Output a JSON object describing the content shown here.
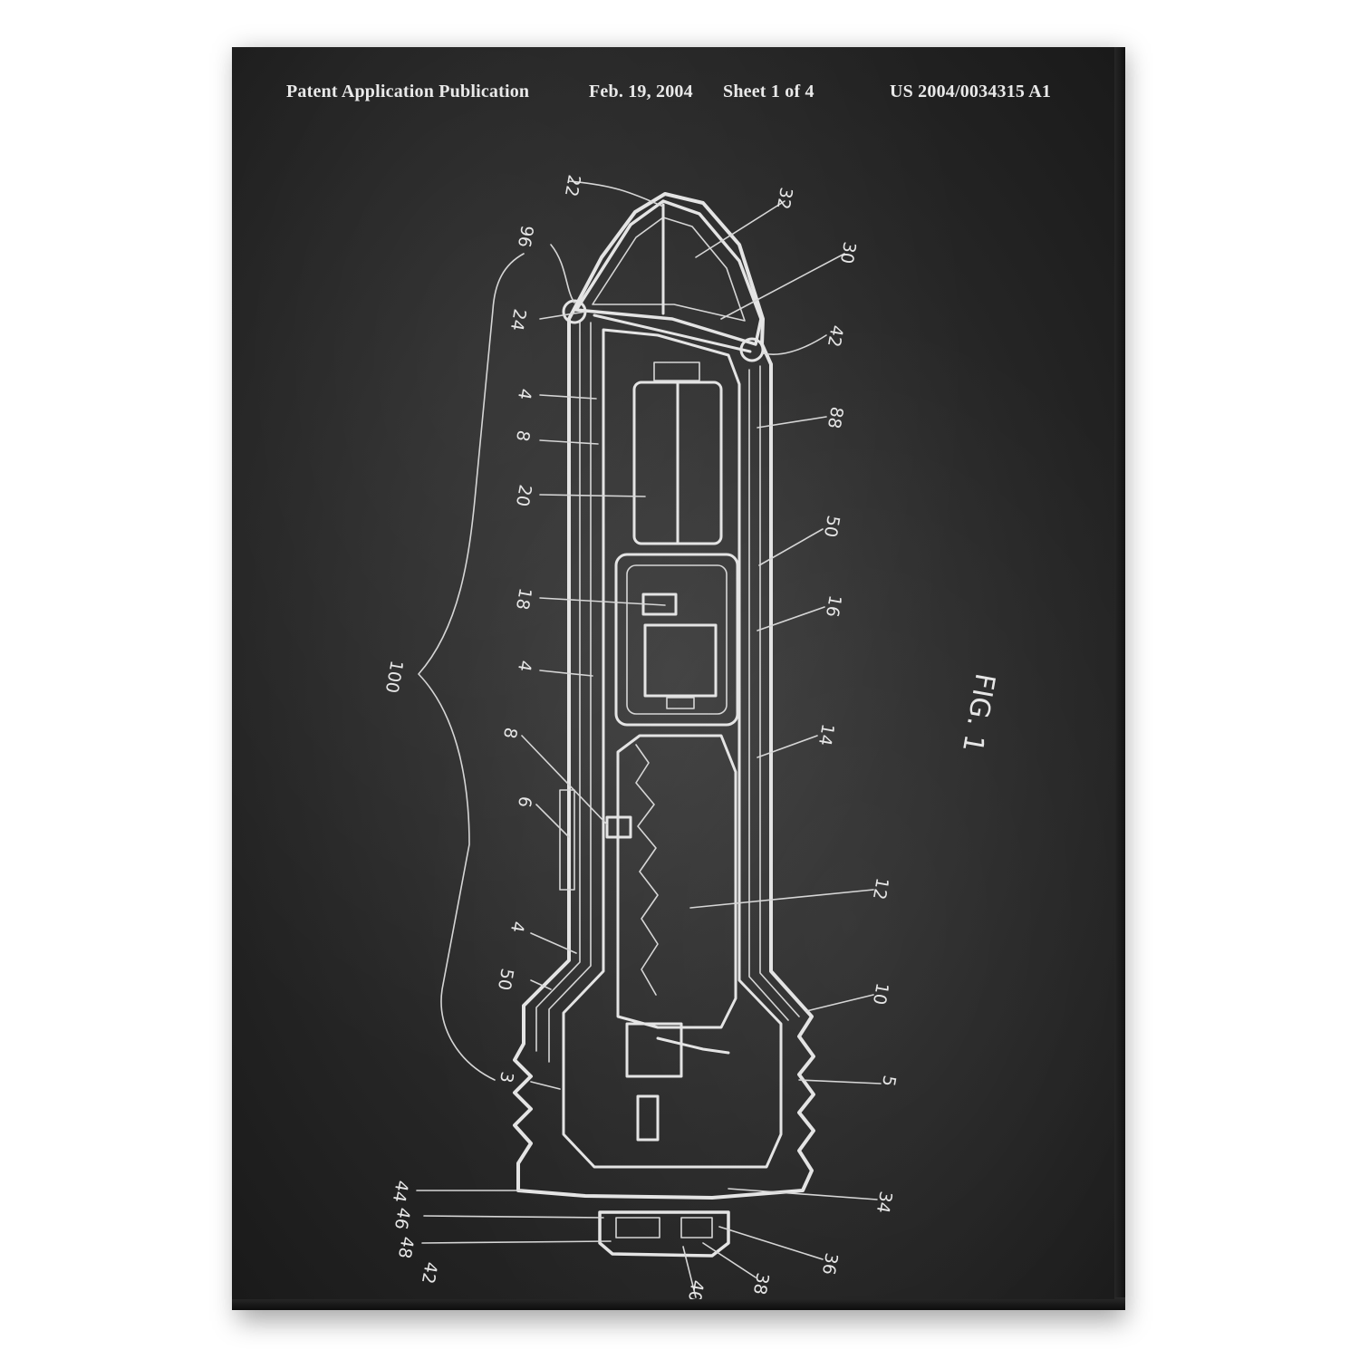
{
  "header": {
    "publication": "Patent Application Publication",
    "date": "Feb. 19, 2004",
    "sheet": "Sheet 1 of 4",
    "number": "US 2004/0034315 A1"
  },
  "figure": {
    "label": "FIG. 1"
  },
  "refs": {
    "r22": "22",
    "r96": "96",
    "r32": "32",
    "r30": "30",
    "r24": "24",
    "r42": "42",
    "r4a": "4",
    "r8a": "8",
    "r20": "20",
    "r88": "88",
    "r50a": "50",
    "r18": "18",
    "r16": "16",
    "r100": "100",
    "r4b": "4",
    "r14": "14",
    "r8b": "8",
    "r6": "6",
    "r12": "12",
    "r4c": "4",
    "r50b": "50",
    "r10": "10",
    "r5": "5",
    "r3": "3",
    "r44": "44",
    "r46": "46",
    "r48": "48",
    "r34": "34",
    "r36": "36",
    "r38": "38",
    "r40": "40",
    "r42b": "42"
  },
  "colors": {
    "chalk": "#e4e4e4",
    "board": "#262626"
  }
}
